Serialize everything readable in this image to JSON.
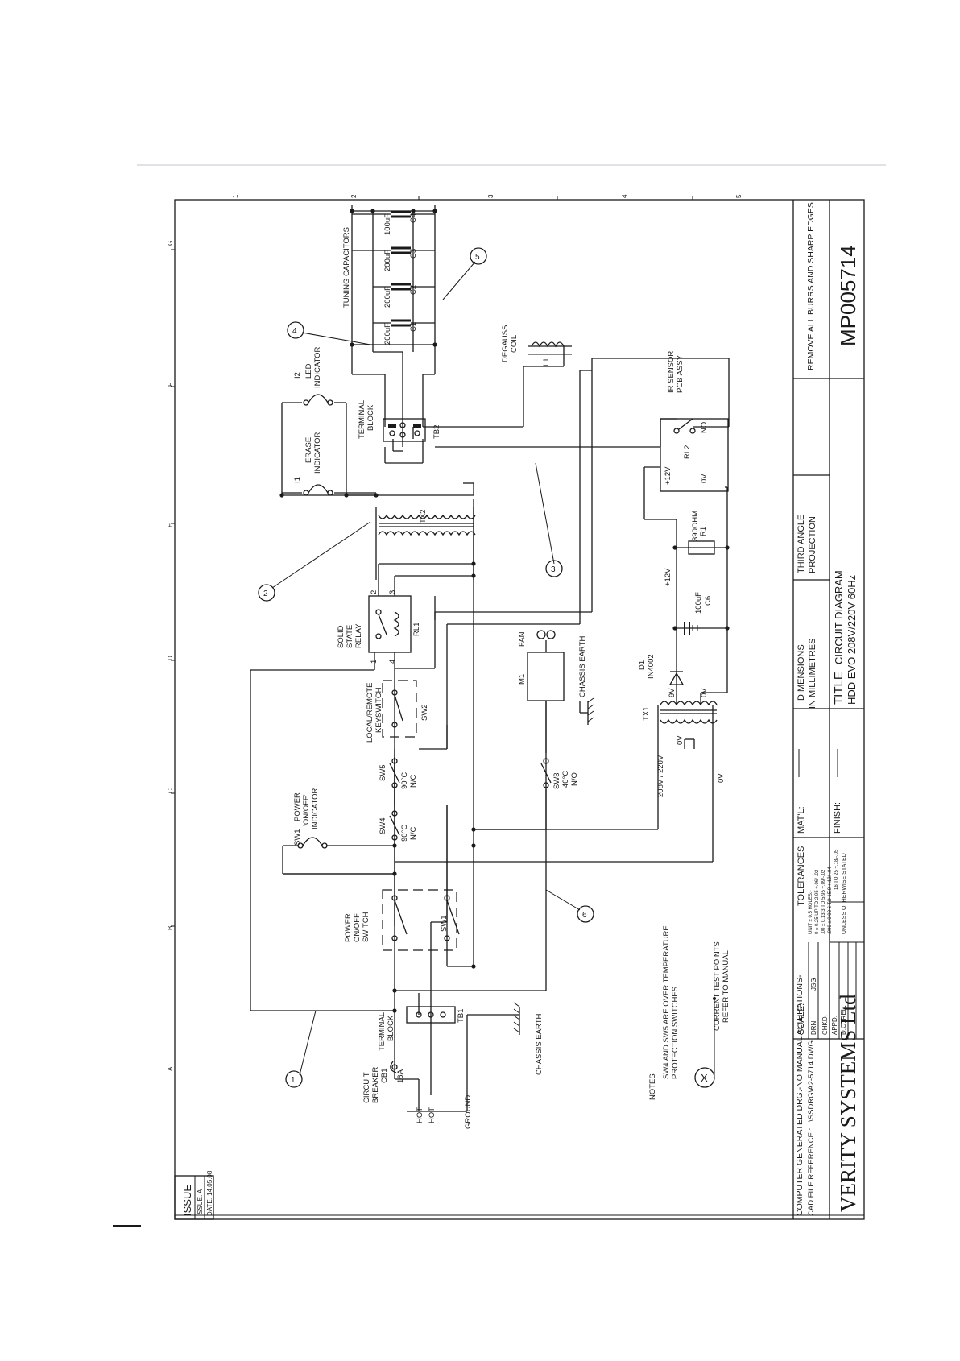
{
  "grid": {
    "numbers": [
      "1",
      "2",
      "3",
      "4",
      "5"
    ],
    "letters": [
      "A",
      "B",
      "C",
      "D",
      "E",
      "F",
      "G"
    ]
  },
  "labels": {
    "tuning_capacitors": "TUNING CAPACITORS",
    "c1": "C1",
    "c1_val": "200uF",
    "c2": "C2",
    "c2_val": "200uF",
    "c3": "C3",
    "c3_val": "200uF",
    "c4": "C4",
    "c4_val": "100uF",
    "degauss": "DEGAUSS",
    "coil": "COIL",
    "l1": "L1",
    "i2": "I2",
    "led": "LED",
    "indicator": "INDICATOR",
    "terminal": "TERMINAL",
    "block": "BLOCK",
    "tb2": "TB2",
    "i1": "I1",
    "erase": "ERASE",
    "erase_ind": "INDICATOR",
    "ir_sensor": "IR SENSOR",
    "pcb_assy": "PCB ASSY",
    "plus12v": "+12V",
    "rl2": "RL2",
    "no": "NO",
    "zero_v": "0V",
    "tx2": "TX2",
    "r1_val": "390OHM",
    "r1": "R1",
    "solid": "SOLID",
    "state": "STATE",
    "relay": "RELAY",
    "rl1": "RL1",
    "p1": "1",
    "p2": "2",
    "p3": "3",
    "p4": "4",
    "c6_val": "100uF",
    "c6": "C6",
    "plus12v_b": "+12V",
    "d1": "D1",
    "in4002": "IN4002",
    "fan": "FAN",
    "m1": "M1",
    "chassis_earth": "CHASSIS EARTH",
    "local_remote": "LOCAL/REMOTE",
    "keyswitch": "KEYSWITCH",
    "sw2": "SW2",
    "tx1": "TX1",
    "nine_v": "9V",
    "zero_v2": "0V",
    "zero_v3": "0V",
    "zero_v4": "0V",
    "v208_220": "208V / 220V",
    "sw5": "SW5",
    "sw5_temp": "90°C",
    "sw5_nc": "N/C",
    "sw3": "SW3",
    "sw3_temp": "40°C",
    "sw3_no": "N/O",
    "power": "POWER",
    "on_off": "'ON/OFF'",
    "power_ind": "INDICATOR",
    "sw1_lamp": "SW1",
    "sw4": "SW4",
    "sw4_temp": "90°C",
    "sw4_nc": "N/C",
    "power_sw": "POWER",
    "on_off_sw": "ON/OFF",
    "switch": "SWITCH",
    "sw1": "SW1",
    "notes_1": "SW4 AND SW5 ARE OVER TEMPERATURE",
    "notes_2": "PROTECTION SWITCHES.",
    "test_1": "CURRENT TEST POINTS",
    "test_2": "REFER TO MANUAL",
    "notes": "NOTES",
    "x_mark": "X",
    "terminal_tb1": "TERMINAL",
    "block_tb1": "BLOCK",
    "tb1": "TB1",
    "circuit": "CIRCUIT",
    "breaker": "BREAKER",
    "cb1": "CB1",
    "a16": "16A",
    "hot1": "HOT",
    "hot2": "HOT",
    "ground": "GROUND",
    "chassis_earth2": "CHASSIS EARTH",
    "call1": "1",
    "call2": "2",
    "call3": "3",
    "call4": "4",
    "call5": "5",
    "call6": "6"
  },
  "title_block": {
    "issue": "ISSUE",
    "issue_a": "ISSUE.  A",
    "date": "DATE. 14.05.08",
    "computer_generated": "COMPUTER GENERATED DRG.-NO MANUAL ALTERATIONS-",
    "cad_ref": "CAD FILE REFERENCE :   ..\\SSDRG\\A2-5714.DWG",
    "company": "VERITY  SYSTEMS  Ltd",
    "scale": "SCALE:",
    "drn": "DRN.",
    "drn_val": "JSG",
    "chkd": "CHKD.",
    "appd": "APPD.",
    "do_rel": "D.O. REL.",
    "tolerances": "TOLERANCES",
    "tol_1": "UNIT ± 0.5     HOLES:-",
    "tol_2": "0 ± 0.25     UP TO 2.95 +.06/-.02",
    "tol_3": ".00 ± 0.13     3 TO 5.95 +.09/-.02",
    "tol_4": ".000 ± 0.03     6 TO 15.9 +.12/-.04",
    "tol_5": "16 TO 25 +.18/-.05",
    "tol_6": "UNLESS OTHERWISE STATED",
    "matl": "MAT'L:",
    "finish": "FINISH:",
    "dimensions": "DIMENSIONS",
    "in_mm": "IN MILLIMETRES",
    "title": "TITLE",
    "circuit_diagram": "CIRCUIT DIAGRAM",
    "hdd_evo": "HDD EVO 208V/220V 60Hz",
    "third_angle": "THIRD ANGLE",
    "projection": "PROJECTION",
    "remove_burrs": "REMOVE ALL BURRS AND SHARP EDGES",
    "drawing_no": "MP005714"
  }
}
